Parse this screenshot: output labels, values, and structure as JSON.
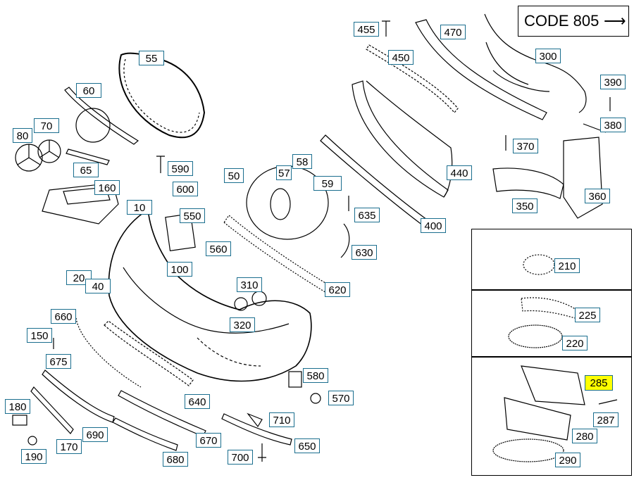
{
  "header": {
    "code_label": "CODE 805",
    "code_arrow": "⟶"
  },
  "colors": {
    "callout_border": "#1a6e8e",
    "highlight": "#ffff00",
    "line": "#000000"
  },
  "callouts": {
    "c455": "455",
    "c470": "470",
    "c450": "450",
    "c300": "300",
    "c390": "390",
    "c55": "55",
    "c60": "60",
    "c380": "380",
    "c370": "370",
    "c80": "80",
    "c70": "70",
    "c590": "590",
    "c65": "65",
    "c50": "50",
    "c58": "58",
    "c57": "57",
    "c59": "59",
    "c440": "440",
    "c600": "600",
    "c160": "160",
    "c360": "360",
    "c350": "350",
    "c10": "10",
    "c550": "550",
    "c635": "635",
    "c400": "400",
    "c560": "560",
    "c630": "630",
    "c210": "210",
    "c100": "100",
    "c20": "20",
    "c40": "40",
    "c310": "310",
    "c620": "620",
    "c225": "225",
    "c660": "660",
    "c320": "320",
    "c150": "150",
    "c220": "220",
    "c675": "675",
    "c580": "580",
    "c285": "285",
    "c570": "570",
    "c640": "640",
    "c180": "180",
    "c710": "710",
    "c287": "287",
    "c690": "690",
    "c280": "280",
    "c670": "670",
    "c170": "170",
    "c650": "650",
    "c700": "700",
    "c190": "190",
    "c680": "680",
    "c290": "290"
  }
}
